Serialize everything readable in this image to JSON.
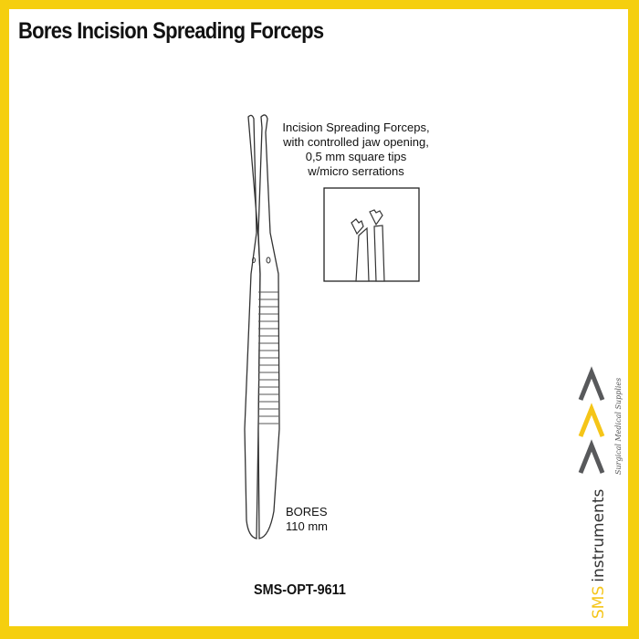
{
  "title": "Bores Incision Spreading Forceps",
  "description": [
    "Incision Spreading Forceps,",
    "with controlled jaw opening,",
    "0,5 mm square tips",
    "w/micro serrations"
  ],
  "instrument": {
    "name": "BORES",
    "length": "110 mm"
  },
  "product_code": "SMS-OPT-9611",
  "logo": {
    "brand_sms": "SMS",
    "brand_instruments": "instruments",
    "tagline": "Surgical Medical Supplies"
  },
  "colors": {
    "frame": "#f5cf0f",
    "logo_gray": "#58595b",
    "logo_yellow": "#f5c518"
  }
}
